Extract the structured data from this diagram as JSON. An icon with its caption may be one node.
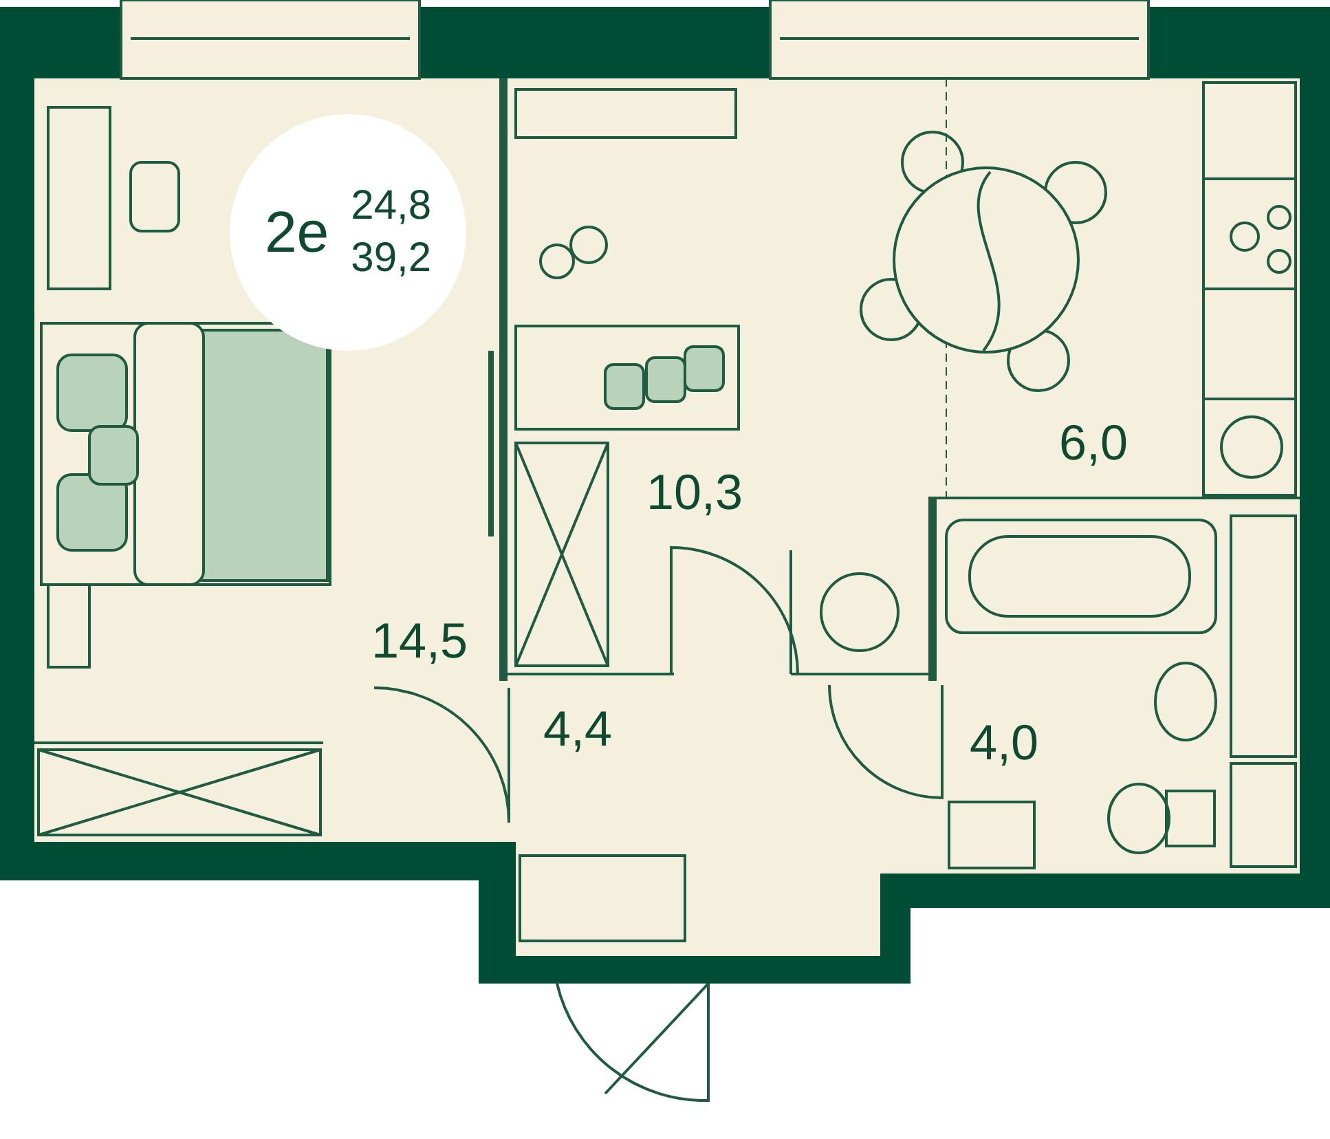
{
  "diagram": {
    "nodes": [
      {
        "text": [
          "2е",
          "24,8",
          "39,2"
        ]
      }
    ],
    "labels": [
      "6,0",
      "10,3",
      "14,5",
      "4,4",
      "4,0"
    ]
  }
}
